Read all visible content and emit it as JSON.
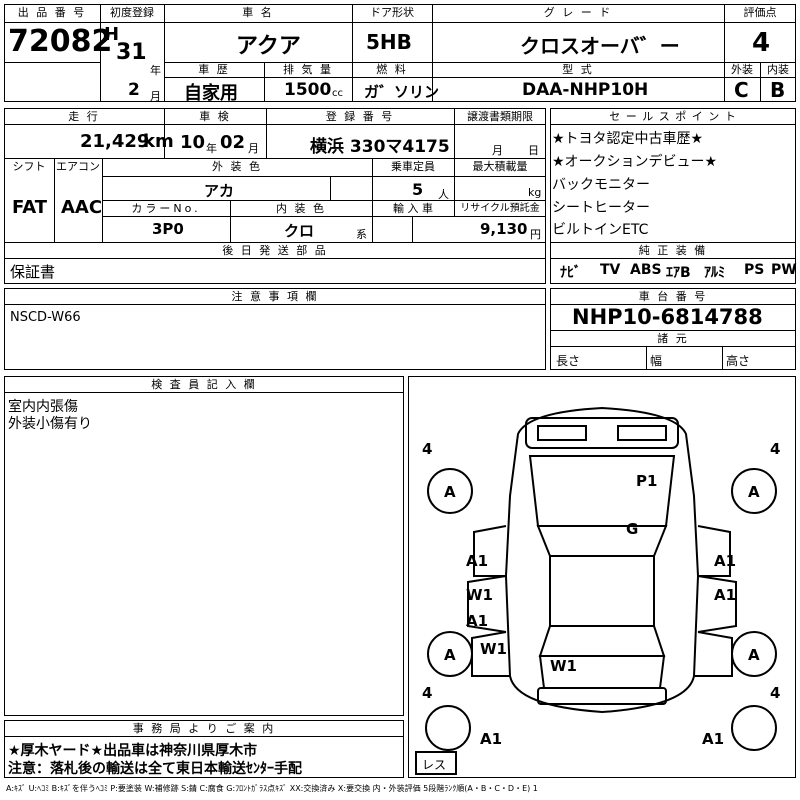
{
  "top": {
    "lot_label": "出 品 番 号",
    "lot": "72082",
    "first_reg_label": "初度登録",
    "era": "H",
    "year": "31",
    "year_unit": "年",
    "month": "2",
    "month_unit": "月",
    "car_name_label": "車 名",
    "car_name": "アクア",
    "door_label": "ドア形状",
    "door": "5HB",
    "grade_label": "グ レ ー ド",
    "grade": "クロスオーバ゛ー",
    "score_label": "評価点",
    "score": "4",
    "history_label": "車 歴",
    "history": "自家用",
    "disp_label": "排 気 量",
    "disp": "1500",
    "disp_unit": "cc",
    "fuel_label": "燃 料",
    "fuel": "ガ゛ソリン",
    "model_label": "型 式",
    "model": "DAA-NHP10H",
    "ext_label": "外装",
    "ext": "C",
    "int_label": "内装",
    "int": "B"
  },
  "second": {
    "mileage_label": "走 行",
    "mileage": "21,429",
    "mileage_unit": "km",
    "inspection_label": "車 検",
    "insp_year": "10",
    "insp_year_unit": "年",
    "insp_month": "02",
    "insp_month_unit": "月",
    "plate_label": "登 録 番 号",
    "plate": "横浜 330マ4175",
    "transfer_label": "譲渡書類期限",
    "transfer_month_unit": "月",
    "transfer_day_unit": "日",
    "shift_label": "シフト",
    "shift": "FAT",
    "ac_label": "エアコン",
    "ac": "AAC",
    "color_label": "外 装 色",
    "color": "アカ",
    "capacity_label": "乗車定員",
    "capacity": "5",
    "capacity_unit": "人",
    "load_label": "最大積載量",
    "load_unit": "kg",
    "color_no_label": "カラーNo.",
    "color_no": "3P0",
    "int_color_label": "内 装 色",
    "int_color": "クロ",
    "int_color_unit": "系",
    "import_label": "輸 入 車",
    "recycle_label": "リサイクル預託金",
    "recycle": "9,130",
    "recycle_unit": "円",
    "later_parts_label": "後 日 発 送 部 品",
    "later_parts": "保証書"
  },
  "sales_point": {
    "label": "セ ー ル ス ポ イ ン ト",
    "lines": [
      "★トヨタ認定中古車歴★",
      "★オークションデビュー★",
      "バックモニター",
      "シートヒーター",
      "ビルトインETC"
    ]
  },
  "equipment": {
    "label": "純 正 装 備",
    "items": [
      "ﾅﾋﾞ",
      "TV",
      "ABS",
      "ｴｱB",
      "ｱﾙﾐ",
      "PS",
      "PW"
    ]
  },
  "notes": {
    "label": "注 意 事 項 欄",
    "text": "NSCD-W66"
  },
  "chassis": {
    "label": "車 台 番 号",
    "number": "NHP10-6814788",
    "dims_label": "諸 元",
    "length_label": "長さ",
    "width_label": "幅",
    "height_label": "高さ"
  },
  "inspector": {
    "label": "検 査 員 記 入 欄",
    "lines": [
      "室内内張傷",
      "外装小傷有り"
    ]
  },
  "office": {
    "label": "事 務 局 よ り ご 案 内",
    "lines": [
      "★厚木ヤード★出品車は神奈川県厚木市",
      "注意：落札後の輸送は全て東日本輸送ｾﾝﾀｰ手配"
    ]
  },
  "diagram": {
    "tread_tl": "4",
    "tread_tr": "4",
    "tread_bl": "4",
    "tread_br": "4",
    "wheel_fl": "A",
    "wheel_fr": "A",
    "wheel_rl": "A",
    "wheel_rr": "A",
    "hood": "P1",
    "windshield": "G",
    "left_fender": "A1",
    "right_fender": "A1",
    "left_front_door_w": "W1",
    "left_front_door_a": "A1",
    "right_front_door": "A1",
    "left_rear": "W1",
    "rear_glass": "W1",
    "rear_left": "A1",
    "rear_right": "A1",
    "no_spare": "レス"
  },
  "legend": "A:ｷｽﾞ U:ﾍｺﾐ B:ｷｽﾞを伴うﾍｺﾐ P:要塗装 W:補修跡 S:錆 C:腐食 G:ﾌﾛﾝﾄｶﾞﾗｽ点ｷｽﾞ XX:交換済み X:要交換 内・外装評価 5段階ﾗﾝｸ順(A・B・C・D・E) 1"
}
